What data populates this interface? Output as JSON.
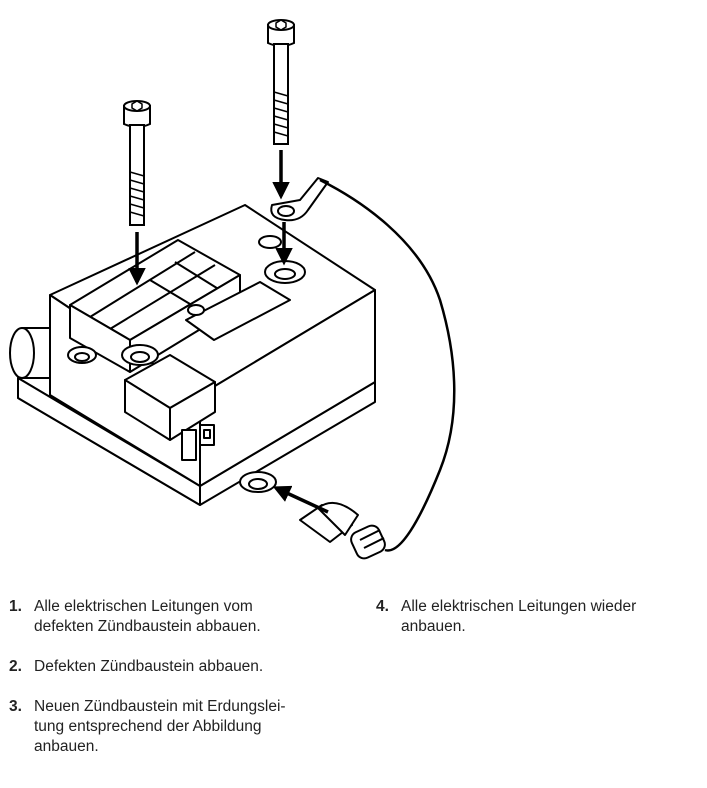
{
  "steps_left": [
    {
      "num": "1.",
      "lines": [
        "Alle elektrischen Leitungen vom",
        "defekten Zündbaustein abbauen."
      ]
    },
    {
      "num": "2.",
      "lines": [
        "Defekten Zündbaustein abbauen."
      ]
    },
    {
      "num": "3.",
      "lines": [
        "Neuen Zündbaustein mit Erdungslei-",
        "tung entsprechend der Abbildung",
        "anbauen."
      ]
    }
  ],
  "steps_right": [
    {
      "num": "4.",
      "lines": [
        "Alle elektrischen Leitungen wieder",
        "anbauen."
      ]
    }
  ],
  "colors": {
    "line": "#000000",
    "paper": "#ffffff",
    "text": "#222222"
  }
}
